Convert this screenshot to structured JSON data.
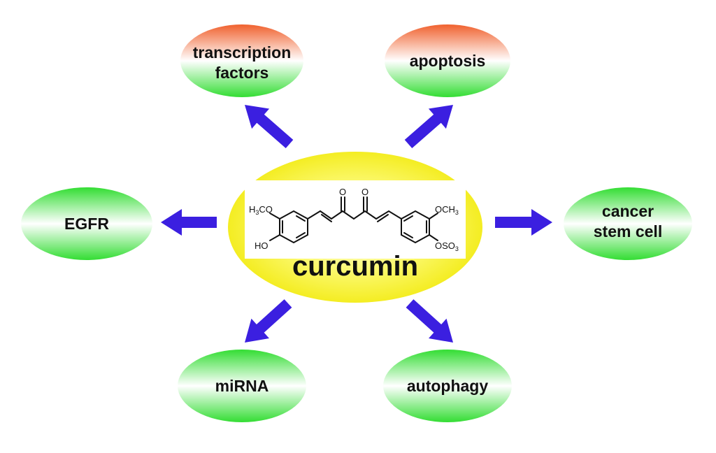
{
  "colors": {
    "red_top": "#f0612e",
    "green": "#33dd33",
    "center_yellow": "#f5f02a",
    "arrow": "#3b1fe0"
  },
  "center": {
    "label": "curcumin",
    "structure": {
      "methoxy_left": [
        "H",
        "3",
        "CO"
      ],
      "hydroxy": "HO",
      "methoxy_right": [
        "OCH",
        "3"
      ],
      "sulfate": [
        "OSO",
        "3"
      ],
      "ketone_1": "O",
      "ketone_2": "O"
    }
  },
  "nodes": {
    "transcription": {
      "line1": "transcription",
      "line2": "factors"
    },
    "apoptosis": {
      "label": "apoptosis"
    },
    "egfr": {
      "label": "EGFR"
    },
    "cancer": {
      "line1": "cancer",
      "line2": "stem cell"
    },
    "mirna": {
      "label": "miRNA"
    },
    "autophagy": {
      "label": "autophagy"
    }
  }
}
